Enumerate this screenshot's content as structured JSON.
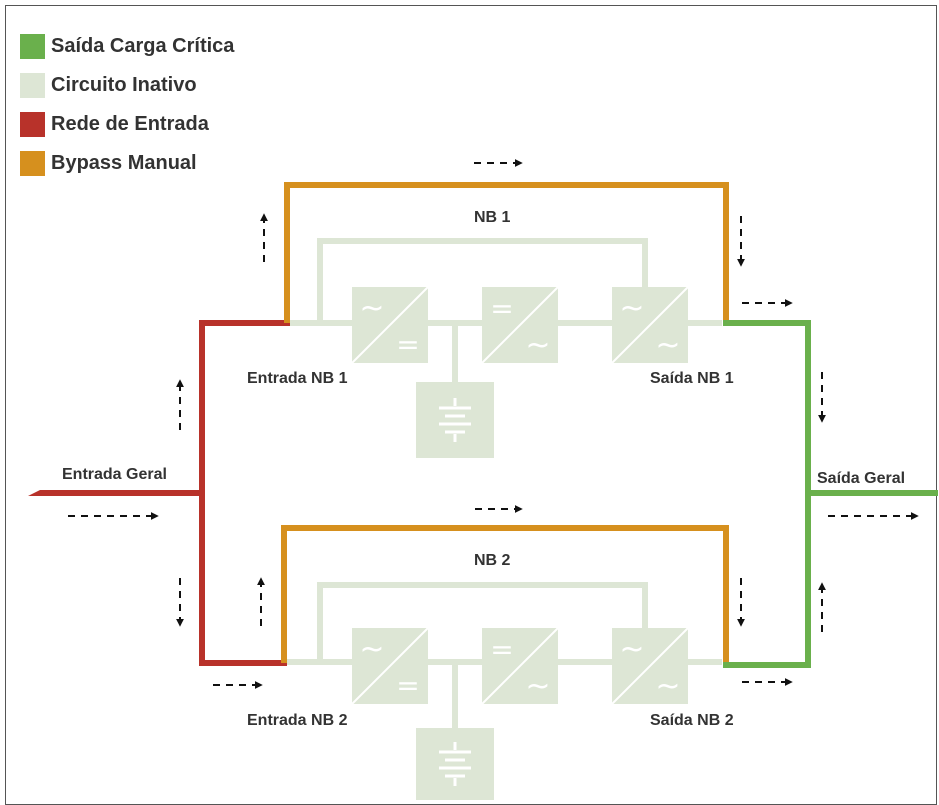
{
  "colors": {
    "critical_output": "#6ab04c",
    "inactive": "#dde6d5",
    "input": "#b8322a",
    "bypass": "#d6901e",
    "arrow": "#111111",
    "text": "#333333"
  },
  "legend": [
    {
      "label": "Saída Carga Crítica",
      "color": "#6ab04c",
      "icon": "green-square"
    },
    {
      "label": "Circuito Inativo",
      "color": "#dde6d5",
      "icon": "light-green-square"
    },
    {
      "label": "Rede de Entrada",
      "color": "#b8322a",
      "icon": "red-square"
    },
    {
      "label": "Bypass Manual",
      "color": "#d6901e",
      "icon": "orange-square"
    }
  ],
  "labels": {
    "nb1_title": "NB 1",
    "nb2_title": "NB 2",
    "entrada_nb1": "Entrada NB 1",
    "saida_nb1": "Saída NB 1",
    "entrada_nb2": "Entrada NB 2",
    "saida_nb2": "Saída NB 2",
    "entrada_geral": "Entrada Geral",
    "saida_geral": "Saída Geral"
  },
  "symbols": {
    "ac": "~",
    "dc": "=",
    "battery": "battery-icon"
  }
}
